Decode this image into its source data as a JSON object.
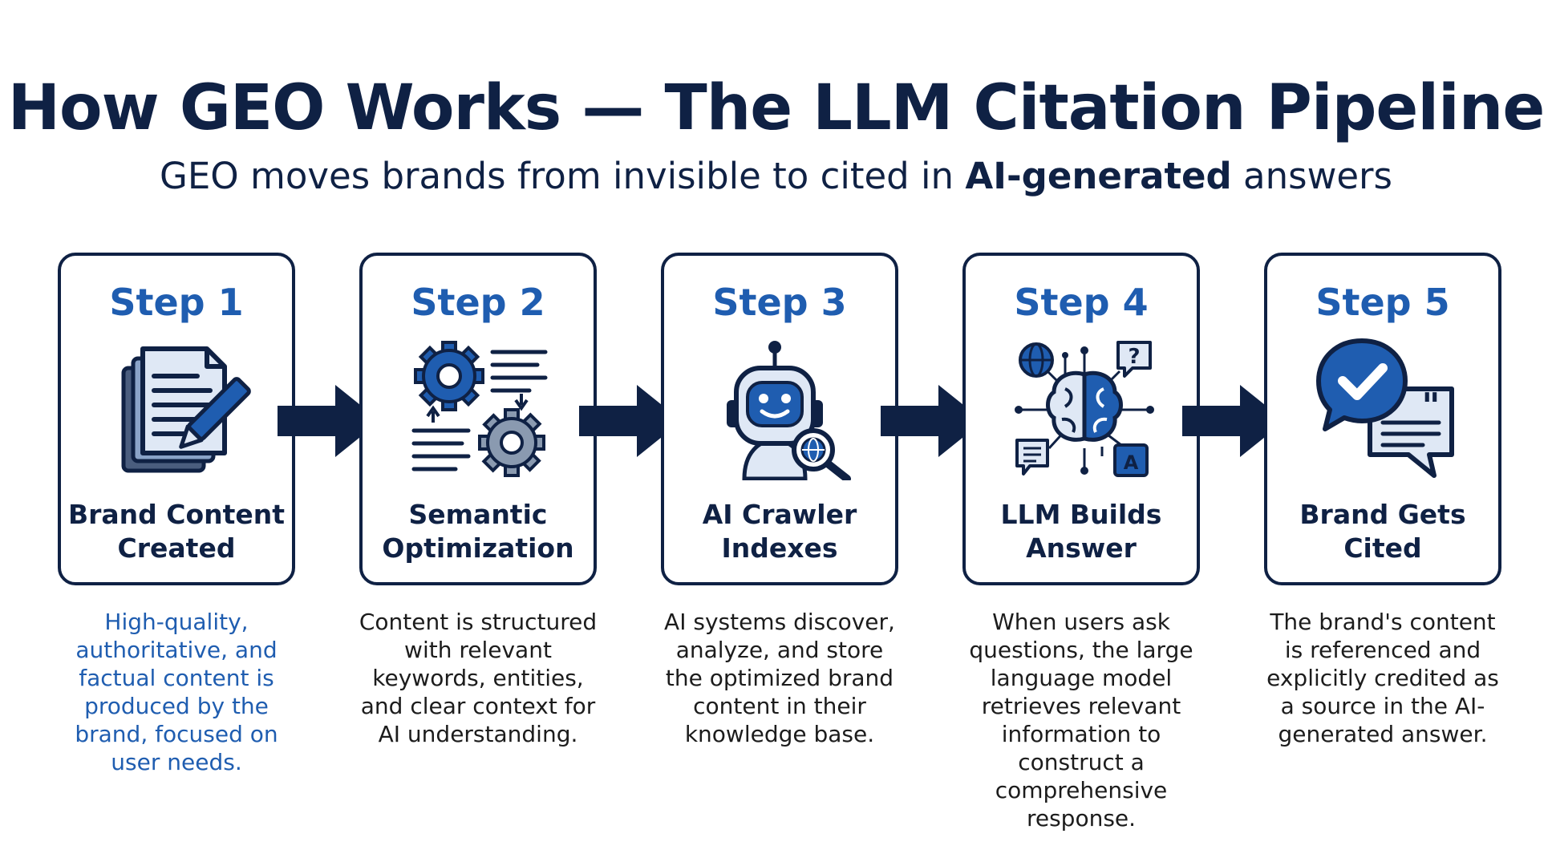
{
  "title": "How GEO Works — The LLM Citation Pipeline",
  "subtitle": {
    "prefix": "GEO moves brands from invisible to cited in ",
    "emphasis": "AI-generated",
    "suffix": " answers"
  },
  "colors": {
    "navy": "#0f2144",
    "blue": "#1f5db0",
    "light_blue": "#dfe8f5"
  },
  "steps": [
    {
      "label": "Step 1",
      "icon": "document-pen-icon",
      "title_line1": "Brand Content",
      "title_line2": "Created",
      "description": [
        "High-quality,",
        "authoritative, and",
        "factual content is",
        "produced by the",
        "brand, focused on",
        "user needs."
      ]
    },
    {
      "label": "Step 2",
      "icon": "gears-text-icon",
      "title_line1": "Semantic",
      "title_line2": "Optimization",
      "description": [
        "Content is structured",
        "with relevant",
        "keywords, entities,",
        "and clear context for",
        "AI understanding."
      ]
    },
    {
      "label": "Step 3",
      "icon": "robot-crawler-icon",
      "title_line1": "AI Crawler",
      "title_line2": "Indexes",
      "description": [
        "AI systems discover,",
        "analyze, and store",
        "the optimized brand",
        "content in their",
        "knowledge base."
      ]
    },
    {
      "label": "Step 4",
      "icon": "brain-network-icon",
      "title_line1": "LLM Builds",
      "title_line2": "Answer",
      "description": [
        "When users ask",
        "questions, the large",
        "language model",
        "retrieves relevant",
        "information to",
        "construct a",
        "comprehensive",
        "response."
      ]
    },
    {
      "label": "Step 5",
      "icon": "check-quote-icon",
      "title_line1": "Brand Gets",
      "title_line2": "Cited",
      "description": [
        "The brand's content",
        "is referenced and",
        "explicitly credited as",
        "a source in the AI-",
        "generated answer."
      ]
    }
  ]
}
